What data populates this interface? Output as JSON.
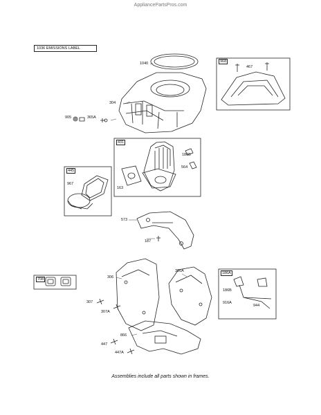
{
  "site_watermark": "AppliancePartsPros.com",
  "emissions_label": "1036 EMISSIONS LABEL",
  "footer_note": "Assemblies include all parts shown in frames.",
  "frame_labels": {
    "f968": "968",
    "f431": "431",
    "f445": "445",
    "f708": "708",
    "f186a": "186A"
  },
  "parts": {
    "p1040": "1040",
    "p467": "467",
    "p304": "304",
    "p905": "905",
    "p365a": "365A",
    "p186b": "186B",
    "p564": "564",
    "p163": "163",
    "p967": "967",
    "p573": "573",
    "p187": "187",
    "p306": "306",
    "p306a": "306A",
    "p307": "307",
    "p307a": "307A",
    "p186b2": "186B",
    "p916a": "916A",
    "p944": "944",
    "p866": "866",
    "p447": "447",
    "p447a": "447A"
  }
}
